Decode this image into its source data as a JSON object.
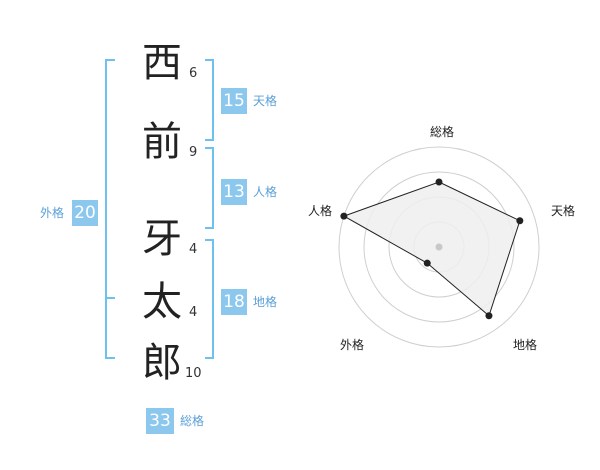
{
  "name": {
    "characters": [
      {
        "char": "西",
        "strokes": "6"
      },
      {
        "char": "前",
        "strokes": "9"
      },
      {
        "char": "牙",
        "strokes": "4"
      },
      {
        "char": "太",
        "strokes": "4"
      },
      {
        "char": "郎",
        "strokes": "10"
      }
    ]
  },
  "fortunes": {
    "tenkaku": {
      "value": "15",
      "label": "天格"
    },
    "jinkaku": {
      "value": "13",
      "label": "人格"
    },
    "chikaku": {
      "value": "18",
      "label": "地格"
    },
    "gaikaku": {
      "value": "20",
      "label": "外格"
    },
    "soukaku": {
      "value": "33",
      "label": "総格"
    }
  },
  "radar": {
    "axes": [
      "総格",
      "天格",
      "地格",
      "外格",
      "人格"
    ],
    "values": [
      0.65,
      0.85,
      0.85,
      0.2,
      1.0
    ],
    "colors": {
      "fill": "#efefef",
      "line": "#222222",
      "grid": "#cfcfcf",
      "center": "#c8c8c8"
    }
  },
  "colors": {
    "bracket": "#6ec0ee",
    "badge": "#8cc8ee",
    "badge_label": "#5aa0d8"
  }
}
